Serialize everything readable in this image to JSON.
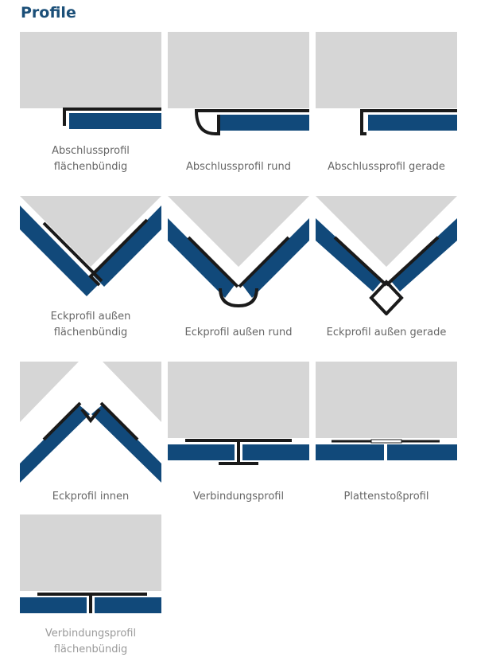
{
  "title": "Profile",
  "colors": {
    "panel": "#d6d6d6",
    "board": "#11497a",
    "profile": "#1a1a1a",
    "heading": "#1b4f78",
    "caption": "#666666"
  },
  "items": [
    {
      "id": "abschlussprofil-flaechenbuendig",
      "line1": "Abschlussprofil",
      "line2": "flächenbündig"
    },
    {
      "id": "abschlussprofil-rund",
      "line1": "Abschlussprofil rund",
      "line2": ""
    },
    {
      "id": "abschlussprofil-gerade",
      "line1": "Abschlussprofil gerade",
      "line2": ""
    },
    {
      "id": "eckprofil-aussen-flaechenbuendig",
      "line1": "Eckprofil außen",
      "line2": "flächenbündig"
    },
    {
      "id": "eckprofil-aussen-rund",
      "line1": "Eckprofil außen rund",
      "line2": ""
    },
    {
      "id": "eckprofil-aussen-gerade",
      "line1": "Eckprofil außen gerade",
      "line2": ""
    },
    {
      "id": "eckprofil-innen",
      "line1": "Eckprofil innen",
      "line2": ""
    },
    {
      "id": "verbindungsprofil",
      "line1": "Verbindungsprofil",
      "line2": ""
    },
    {
      "id": "plattenstossprofil",
      "line1": "Plattenstoßprofil",
      "line2": ""
    },
    {
      "id": "verbindungsprofil-flaechenbuendig",
      "line1": "Verbindungsprofil",
      "line2": "flächenbündig"
    }
  ]
}
